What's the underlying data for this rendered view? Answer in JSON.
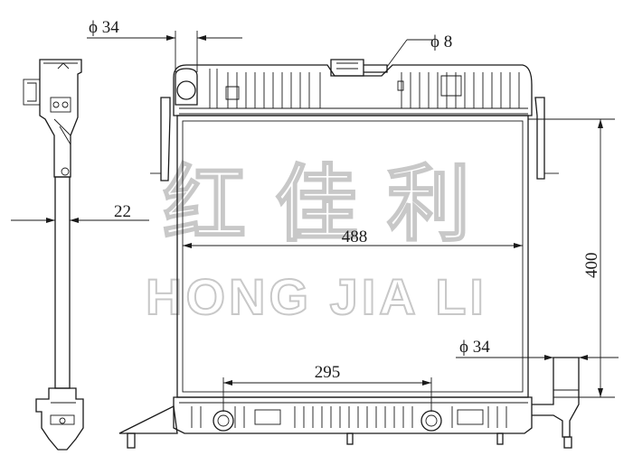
{
  "dimensions": {
    "top_pipe": "ϕ 34",
    "cap": "ϕ 8",
    "side_width": "22",
    "core_width": "488",
    "core_height": "400",
    "bottom_pipe": "ϕ 34",
    "mount_spacing": "295"
  },
  "watermark": {
    "chinese": "红 佳 利",
    "latin": "HONG JIA LI"
  }
}
